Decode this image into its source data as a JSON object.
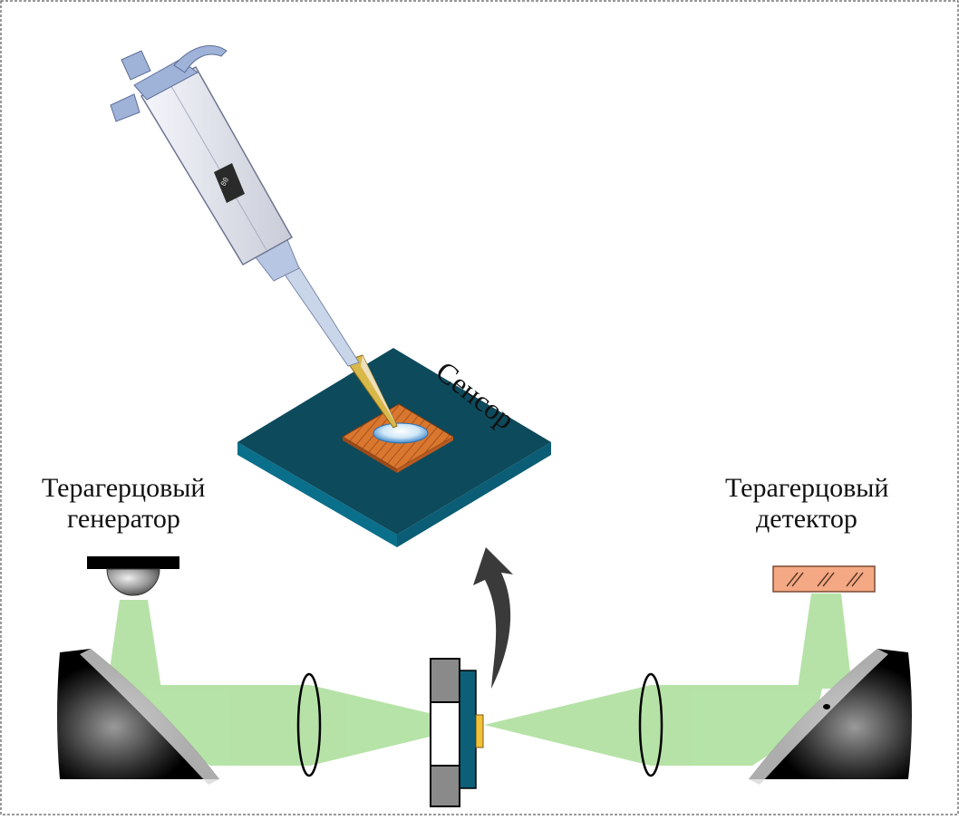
{
  "labels": {
    "generator_line1": "Терагерцовый",
    "generator_line2": "генератор",
    "detector_line1": "Терагерцовый",
    "detector_line2": "детектор",
    "sensor": "Сенсор"
  },
  "colors": {
    "beam": "#9ed98a",
    "sensor_board": "#0d4a5c",
    "sensor_board_edge": "#0a6f8a",
    "metamaterial": "#d9772f",
    "detector": "#f4a884",
    "mirror": "#000000",
    "arrow": "#3a3a3a",
    "holder": "#8a8a8a",
    "pipette_body": "#e4e6ef",
    "pipette_accent": "#9fb2d8",
    "pipette_tip": "#d9b84a"
  },
  "icons": {
    "pipette": "pipette-icon",
    "sensor": "sensor-chip-icon",
    "emitter": "thz-emitter-icon",
    "detector": "thz-detector-icon",
    "mirror_left": "parabolic-mirror-icon",
    "mirror_right": "parabolic-mirror-icon",
    "lens_left": "lens-icon",
    "lens_right": "lens-icon",
    "holder": "sample-holder-icon",
    "arrow": "curved-arrow-icon"
  }
}
